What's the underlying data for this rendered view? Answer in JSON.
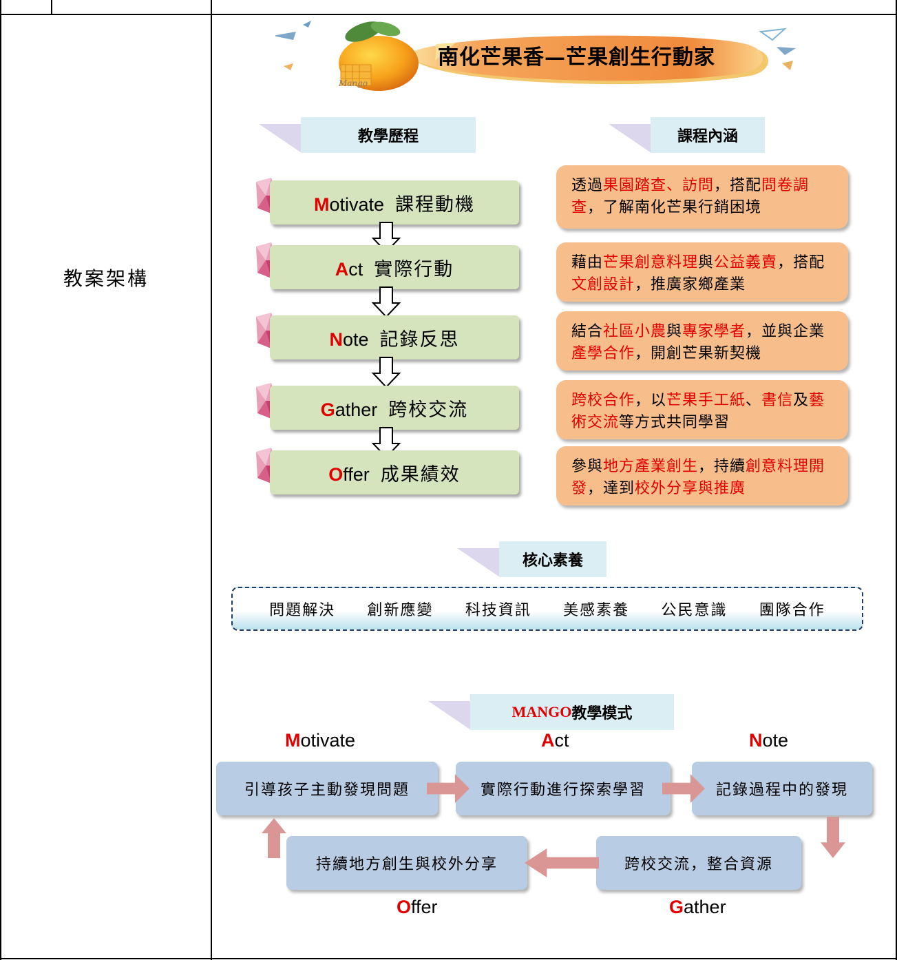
{
  "row_label": "教案架構",
  "banner": {
    "title": "南化芒果香—芒果創生行動家",
    "logo_text": "Mango"
  },
  "sections": {
    "process": "教學歷程",
    "content": "課程內涵",
    "core": "核心素養",
    "mode_prefix": "MANGO",
    "mode_suffix": " 教學模式"
  },
  "steps": [
    {
      "letter": "M",
      "rest": "otivate",
      "zh": "課程動機"
    },
    {
      "letter": "A",
      "rest": "ct",
      "zh": "實際行動"
    },
    {
      "letter": "N",
      "rest": "ote",
      "zh": "記錄反思"
    },
    {
      "letter": "G",
      "rest": "ather",
      "zh": "跨校交流"
    },
    {
      "letter": "O",
      "rest": "ffer",
      "zh": "成果績效"
    }
  ],
  "contents": [
    [
      [
        "透過",
        0
      ],
      [
        "果園踏查、訪問",
        1
      ],
      [
        "，搭配",
        0
      ],
      [
        "問卷調查",
        1
      ],
      [
        "，了解南化芒果行銷困境",
        0
      ]
    ],
    [
      [
        "藉由",
        0
      ],
      [
        "芒果創意料理",
        1
      ],
      [
        "與",
        0
      ],
      [
        "公益義賣",
        1
      ],
      [
        "，搭配",
        0
      ],
      [
        "文創設計",
        1
      ],
      [
        "，推廣家鄉產業",
        0
      ]
    ],
    [
      [
        "結合",
        0
      ],
      [
        "社區小農",
        1
      ],
      [
        "與",
        0
      ],
      [
        "專家學者",
        1
      ],
      [
        "，並與企業",
        0
      ],
      [
        "產學合作",
        1
      ],
      [
        "，開創芒果新契機",
        0
      ]
    ],
    [
      [
        "跨校合作",
        1
      ],
      [
        "，以",
        0
      ],
      [
        "芒果手工紙",
        1
      ],
      [
        "、",
        0
      ],
      [
        "書信",
        1
      ],
      [
        "及",
        0
      ],
      [
        "藝術交流",
        1
      ],
      [
        "等方式共同學習",
        0
      ]
    ],
    [
      [
        "參與",
        0
      ],
      [
        "地方產業創生",
        1
      ],
      [
        "，持續",
        0
      ],
      [
        "創意料理開發",
        1
      ],
      [
        "，達到",
        0
      ],
      [
        "校外分享與推廣",
        1
      ]
    ]
  ],
  "competencies": [
    "問題解決",
    "創新應變",
    "科技資訊",
    "美感素養",
    "公民意識",
    "團隊合作"
  ],
  "mango_mode": {
    "labels": [
      {
        "letter": "M",
        "rest": "otivate"
      },
      {
        "letter": "A",
        "rest": "ct"
      },
      {
        "letter": "N",
        "rest": "ote"
      },
      {
        "letter": "G",
        "rest": "ather"
      },
      {
        "letter": "O",
        "rest": "ffer"
      }
    ],
    "boxes": [
      "引導孩子主動發現問題",
      "實際行動進行探索學習",
      "記錄過程中的發現",
      "跨校交流，整合資源",
      "持續地方創生與校外分享"
    ]
  },
  "colors": {
    "accent_red": "#e00000",
    "step_green": "#d6e4bd",
    "content_orange": "#f7be8c",
    "mode_blue": "#b8cce4",
    "head_blue": "#dbeef3",
    "arrow_pink": "#d99694"
  }
}
